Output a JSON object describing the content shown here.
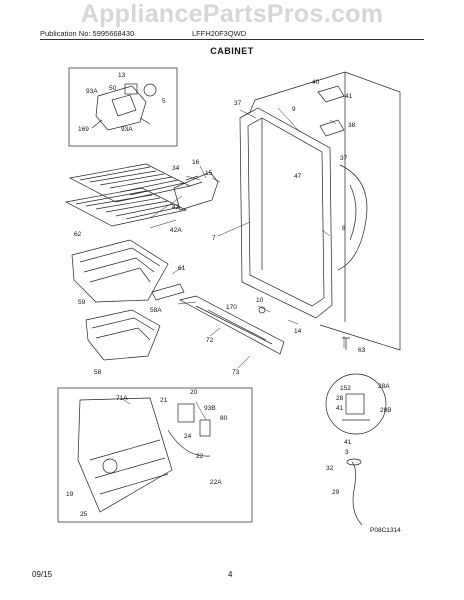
{
  "header": {
    "watermark": "AppliancePartsPros.com",
    "publication": "Publication No: 5995668430",
    "model": "LFFH20F3QWD",
    "section_title": "CABINET"
  },
  "callouts": {
    "c13": "13",
    "c93a_a": "93A",
    "c50": "50",
    "c5": "5",
    "c169": "169",
    "c93a_b": "93A",
    "c40": "40",
    "c41_top": "41",
    "c38": "38",
    "c37_a": "37",
    "c9": "9",
    "c37_b": "37",
    "c34": "34",
    "c16": "16",
    "c15": "15",
    "c47": "47",
    "c42": "42",
    "c42a": "42A",
    "c7": "7",
    "c8": "8",
    "c62": "62",
    "c61": "61",
    "c59": "59",
    "c58a": "58A",
    "c170": "170",
    "c10": "10",
    "c14": "14",
    "c72": "72",
    "c58": "58",
    "c73": "73",
    "c63": "63",
    "c20": "20",
    "c71a": "71A",
    "c21": "21",
    "c93b": "93B",
    "c80": "80",
    "c24": "24",
    "c22": "22",
    "c22a": "22A",
    "c19": "19",
    "c25": "25",
    "c152": "152",
    "c28a": "28A",
    "c28": "28",
    "c28b": "28B",
    "c41_mid": "41",
    "c41_low": "41",
    "c3": "3",
    "c32": "32",
    "c29": "29",
    "figure_code": "P08C1314"
  },
  "footer": {
    "date": "09/15",
    "page": "4"
  }
}
